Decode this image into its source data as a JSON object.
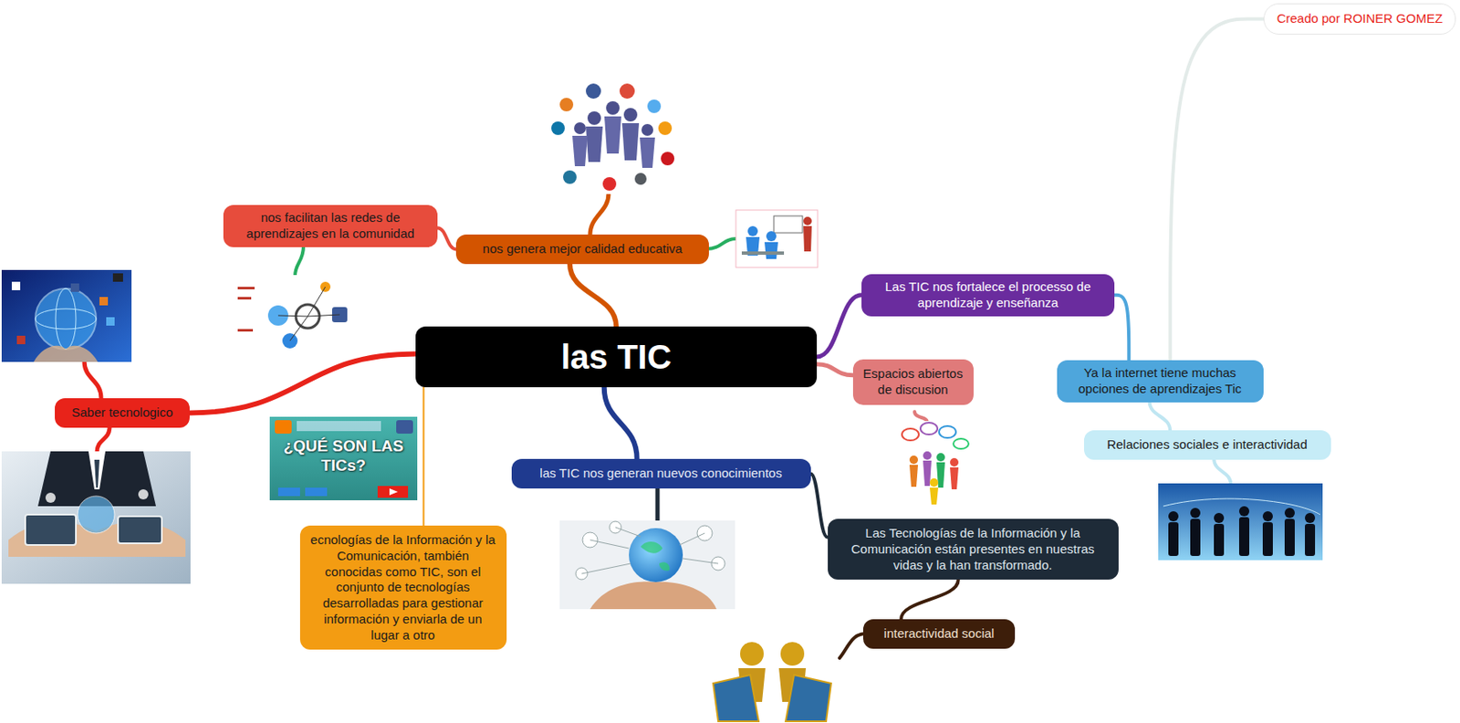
{
  "diagram": {
    "nodes": [
      {
        "text": [
          "las TIC"
        ]
      },
      {
        "text": [
          "nos genera mejor calidad educativa"
        ]
      },
      {
        "text": [
          "nos facilitan las redes de aprendizajes en la comunidad"
        ]
      },
      {
        "text": [
          "Saber tecnologico"
        ]
      },
      {
        "text": [
          "ecnologías de la Información y la Comunicación, también conocidas como TIC, son el conjunto de tecnologías desarrolladas para gestionar información y enviarla de un lugar a otro"
        ]
      },
      {
        "text": [
          "las TIC nos generan nuevos conocimientos"
        ]
      },
      {
        "text": [
          "Las Tecnologías de la Información y la Comunicación están presentes en nuestras vidas y la han transformado."
        ]
      },
      {
        "text": [
          "interactividad social"
        ]
      },
      {
        "text": [
          "Las TIC nos fortalece el processo de aprendizaje y enseñanza"
        ]
      },
      {
        "text": [
          "Espacios abiertos de discusion"
        ]
      },
      {
        "text": [
          "Ya la internet tiene muchas opciones de aprendizajes Tic"
        ]
      },
      {
        "text": [
          "Relaciones sociales e interactividad"
        ]
      },
      {
        "text": [
          "Creado por ROINER GOMEZ"
        ]
      }
    ],
    "edges": [
      {
        "from": 0,
        "to": 1,
        "arrow": "none"
      },
      {
        "from": 1,
        "to": 2,
        "arrow": "none"
      },
      {
        "from": 0,
        "to": 3,
        "arrow": "none"
      },
      {
        "from": 0,
        "to": 4,
        "arrow": "none"
      },
      {
        "from": 0,
        "to": 5,
        "arrow": "none"
      },
      {
        "from": 5,
        "to": 6,
        "arrow": "none"
      },
      {
        "from": 6,
        "to": 7,
        "arrow": "none"
      },
      {
        "from": 0,
        "to": 8,
        "arrow": "none"
      },
      {
        "from": 0,
        "to": 9,
        "arrow": "none"
      },
      {
        "from": 8,
        "to": 10,
        "arrow": "none"
      },
      {
        "from": 10,
        "to": 11,
        "arrow": "none"
      },
      {
        "from": 10,
        "to": 12,
        "arrow": "none"
      }
    ],
    "labels": [
      "¿QUÉ SON LAS TICs?"
    ]
  }
}
